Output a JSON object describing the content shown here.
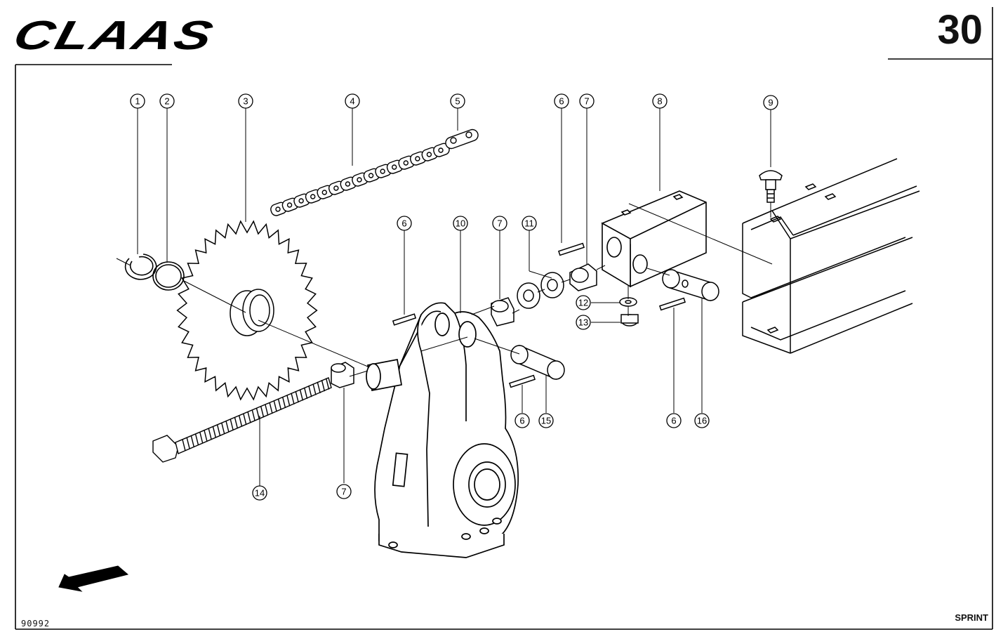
{
  "header": {
    "brand": "CLAAS",
    "page_number": "30"
  },
  "footer": {
    "model": "SPRINT",
    "drawing_number": "90992"
  },
  "callouts": [
    {
      "label": "1",
      "part": "circlip"
    },
    {
      "label": "2",
      "part": "washer-ring"
    },
    {
      "label": "3",
      "part": "sprocket"
    },
    {
      "label": "4",
      "part": "roller-chain"
    },
    {
      "label": "5",
      "part": "chain-link"
    },
    {
      "label": "6",
      "part": "pin"
    },
    {
      "label": "7",
      "part": "bushing"
    },
    {
      "label": "8",
      "part": "bracket"
    },
    {
      "label": "9",
      "part": "carriage-bolt"
    },
    {
      "label": "6",
      "part": "pin"
    },
    {
      "label": "10",
      "part": "gearbox"
    },
    {
      "label": "7",
      "part": "bushing"
    },
    {
      "label": "11",
      "part": "nut"
    },
    {
      "label": "12",
      "part": "washer"
    },
    {
      "label": "13",
      "part": "lock-nut"
    },
    {
      "label": "6",
      "part": "pin"
    },
    {
      "label": "15",
      "part": "shaft-pin"
    },
    {
      "label": "6",
      "part": "pin"
    },
    {
      "label": "16",
      "part": "shaft-pin"
    },
    {
      "label": "14",
      "part": "long-bolt"
    },
    {
      "label": "7",
      "part": "bushing"
    }
  ]
}
